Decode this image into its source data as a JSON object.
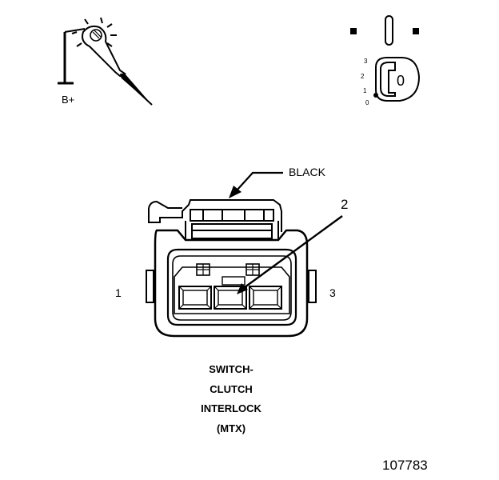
{
  "battery": {
    "label": "B+"
  },
  "ignition": {
    "positions": [
      "3",
      "2",
      "1",
      "0"
    ],
    "key_face": "0",
    "icon": "ignition-key-icon"
  },
  "probe": {
    "icon": "test-light-probe-icon"
  },
  "connector": {
    "wire_color_label": "BLACK",
    "callout_pin": "2",
    "pin_left": "1",
    "pin_right": "3",
    "name_lines": [
      "SWITCH-",
      "CLUTCH",
      "INTERLOCK",
      "(MTX)"
    ]
  },
  "figure_number": "107783"
}
